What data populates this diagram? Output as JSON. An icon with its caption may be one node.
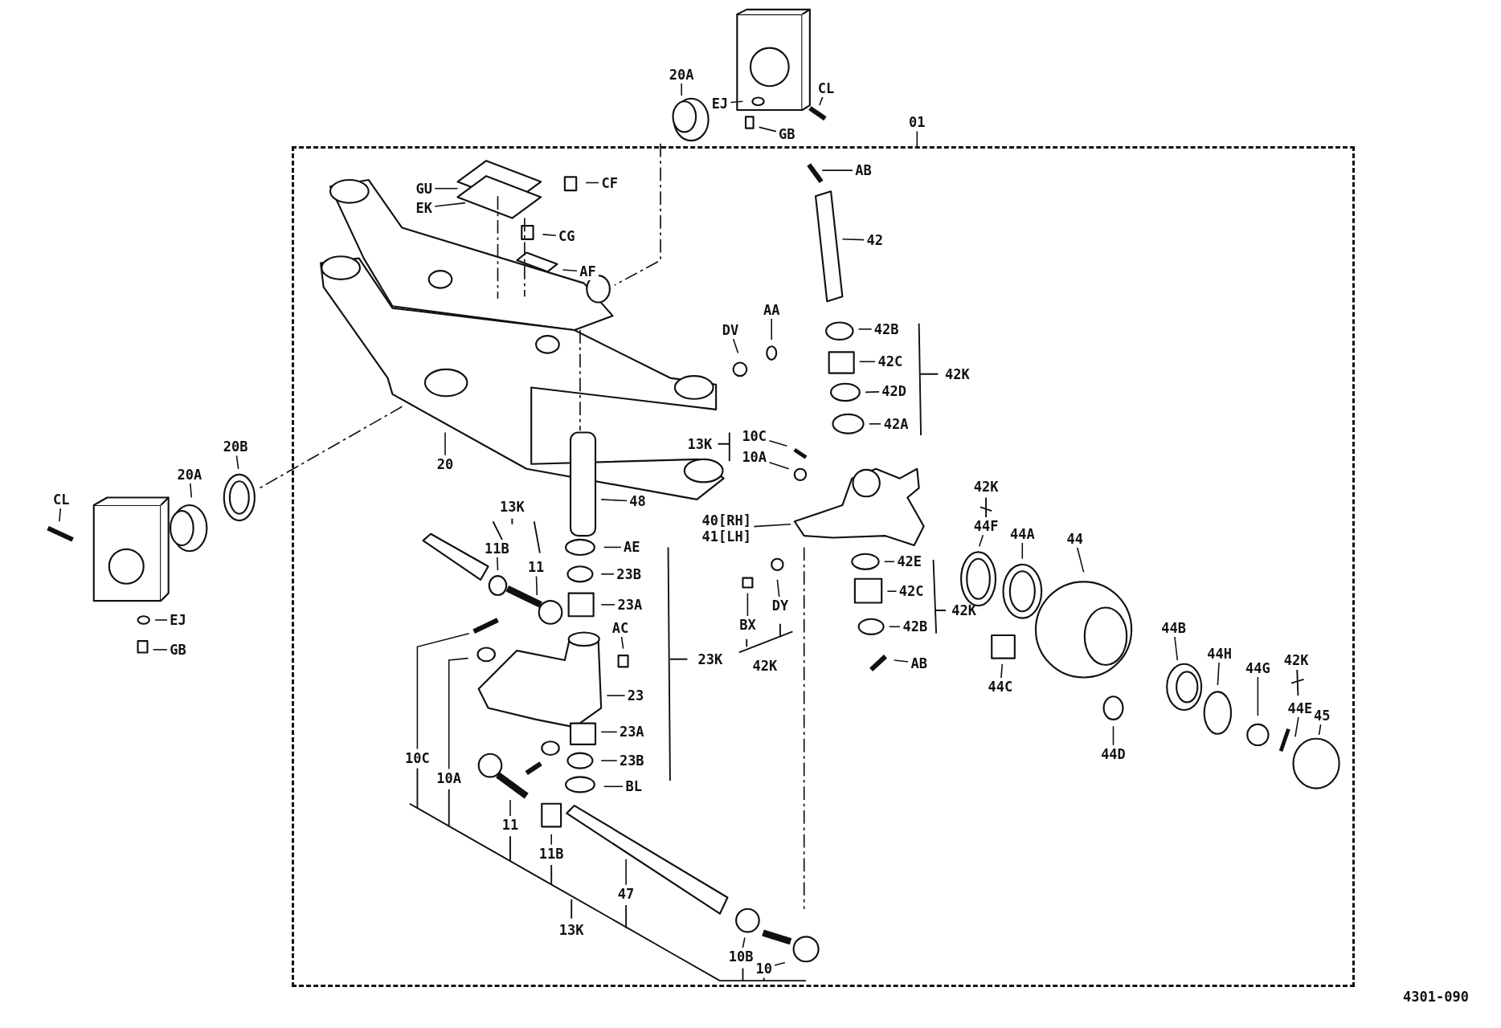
{
  "diagram": {
    "nodes": [
      {
        "text": [],
        "shape": "box"
      },
      {
        "text": [
          "20A"
        ]
      },
      {
        "text": [
          "CL"
        ]
      },
      {
        "text": [
          "EJ"
        ]
      },
      {
        "text": [
          "01"
        ]
      },
      {
        "text": [
          "GB"
        ]
      },
      {
        "text": [
          "AB"
        ],
        "in": 0
      },
      {
        "text": [
          "CF"
        ],
        "in": 0
      },
      {
        "text": [
          "GU"
        ],
        "in": 0
      },
      {
        "text": [
          "EK"
        ],
        "in": 0
      },
      {
        "text": [
          "CG"
        ],
        "in": 0
      },
      {
        "text": [
          "42"
        ],
        "in": 0
      },
      {
        "text": [
          "AF"
        ],
        "in": 0
      },
      {
        "text": [
          "AA"
        ],
        "in": 0
      },
      {
        "text": [
          "42B"
        ],
        "in": 0
      },
      {
        "text": [
          "DV"
        ],
        "in": 0
      },
      {
        "text": [
          "42C"
        ],
        "in": 0
      },
      {
        "text": [
          "42D"
        ],
        "in": 0
      },
      {
        "text": [
          "42A"
        ],
        "in": 0
      },
      {
        "text": [
          "10C"
        ],
        "in": 0
      },
      {
        "text": [
          "10A"
        ],
        "in": 0
      },
      {
        "text": [
          "20"
        ],
        "in": 0
      },
      {
        "text": [
          "48"
        ],
        "in": 0
      },
      {
        "text": [
          "40[RH]",
          "41[LH]"
        ],
        "in": 0
      },
      {
        "text": [
          "AE"
        ],
        "in": 0
      },
      {
        "text": [
          "11B"
        ],
        "in": 0
      },
      {
        "text": [
          "42E"
        ],
        "in": 0
      },
      {
        "text": [
          "11"
        ],
        "in": 0
      },
      {
        "text": [
          "23B"
        ],
        "in": 0
      },
      {
        "text": [
          "42C"
        ],
        "in": 0
      },
      {
        "text": [
          "23A"
        ],
        "in": 0
      },
      {
        "text": [
          "DY"
        ],
        "in": 0
      },
      {
        "text": [
          "BX"
        ],
        "in": 0
      },
      {
        "text": [
          "42B"
        ],
        "in": 0
      },
      {
        "text": [
          "AC"
        ],
        "in": 0
      },
      {
        "text": [
          "AB"
        ],
        "in": 0
      },
      {
        "text": [
          "23"
        ],
        "in": 0
      },
      {
        "text": [
          "23A"
        ],
        "in": 0
      },
      {
        "text": [
          "10C"
        ],
        "in": 0
      },
      {
        "text": [
          "23B"
        ],
        "in": 0
      },
      {
        "text": [
          "10A"
        ],
        "in": 0
      },
      {
        "text": [
          "BL"
        ],
        "in": 0
      },
      {
        "text": [
          "11"
        ],
        "in": 0
      },
      {
        "text": [
          "11B"
        ],
        "in": 0
      },
      {
        "text": [
          "47"
        ],
        "in": 0
      },
      {
        "text": [
          "10B"
        ],
        "in": 0
      },
      {
        "text": [
          "10"
        ],
        "in": 0
      },
      {
        "text": [
          "44F"
        ],
        "in": 0
      },
      {
        "text": [
          "44A"
        ],
        "in": 0
      },
      {
        "text": [
          "44"
        ],
        "in": 0
      },
      {
        "text": [
          "44C"
        ],
        "in": 0
      },
      {
        "text": [
          "44B"
        ],
        "in": 0
      },
      {
        "text": [
          "44H"
        ],
        "in": 0
      },
      {
        "text": [
          "44G"
        ],
        "in": 0
      },
      {
        "text": [
          "44E"
        ],
        "in": 0
      },
      {
        "text": [
          "45"
        ],
        "in": 0
      },
      {
        "text": [
          "44D"
        ],
        "in": 0
      },
      {
        "text": [
          "CL"
        ]
      },
      {
        "text": [
          "20B"
        ]
      },
      {
        "text": [
          "20A"
        ]
      },
      {
        "text": [
          "EJ"
        ]
      },
      {
        "text": [
          "GB"
        ]
      }
    ],
    "edges": [
      {
        "from": 1,
        "to": null,
        "arrow": "none"
      },
      {
        "from": 2,
        "to": null,
        "arrow": "none"
      },
      {
        "from": 3,
        "to": null,
        "arrow": "none"
      },
      {
        "from": 4,
        "to": 0,
        "arrow": "none"
      },
      {
        "from": 5,
        "to": null,
        "arrow": "none"
      },
      {
        "from": 6,
        "to": null,
        "arrow": "none"
      },
      {
        "from": 7,
        "to": null,
        "arrow": "none"
      },
      {
        "from": 8,
        "to": null,
        "arrow": "none"
      },
      {
        "from": 9,
        "to": null,
        "arrow": "none"
      },
      {
        "from": 10,
        "to": null,
        "arrow": "none"
      },
      {
        "from": 11,
        "to": null,
        "arrow": "none"
      },
      {
        "from": 12,
        "to": null,
        "arrow": "none"
      },
      {
        "from": 13,
        "to": null,
        "arrow": "none"
      },
      {
        "from": 14,
        "to": null,
        "arrow": "none"
      },
      {
        "from": 15,
        "to": null,
        "arrow": "none"
      },
      {
        "from": 16,
        "to": null,
        "arrow": "none"
      },
      {
        "from": 17,
        "to": null,
        "arrow": "none"
      },
      {
        "from": 18,
        "to": null,
        "arrow": "none"
      },
      {
        "from": 19,
        "to": null,
        "arrow": "none"
      },
      {
        "from": 20,
        "to": null,
        "arrow": "none"
      },
      {
        "from": 21,
        "to": null,
        "arrow": "none"
      },
      {
        "from": 22,
        "to": null,
        "arrow": "none"
      },
      {
        "from": 23,
        "to": null,
        "arrow": "none"
      },
      {
        "from": 24,
        "to": null,
        "arrow": "none"
      },
      {
        "from": 25,
        "to": null,
        "arrow": "none"
      },
      {
        "from": 26,
        "to": null,
        "arrow": "none"
      },
      {
        "from": 27,
        "to": null,
        "arrow": "none"
      },
      {
        "from": 28,
        "to": null,
        "arrow": "none"
      },
      {
        "from": 29,
        "to": null,
        "arrow": "none"
      },
      {
        "from": 30,
        "to": null,
        "arrow": "none"
      },
      {
        "from": 31,
        "to": null,
        "arrow": "none"
      },
      {
        "from": 32,
        "to": null,
        "arrow": "none"
      },
      {
        "from": 33,
        "to": null,
        "arrow": "none"
      },
      {
        "from": 34,
        "to": null,
        "arrow": "none"
      },
      {
        "from": 35,
        "to": null,
        "arrow": "none"
      },
      {
        "from": 36,
        "to": null,
        "arrow": "none"
      },
      {
        "from": 37,
        "to": null,
        "arrow": "none"
      },
      {
        "from": 38,
        "to": null,
        "arrow": "none"
      },
      {
        "from": 39,
        "to": null,
        "arrow": "none"
      },
      {
        "from": 40,
        "to": null,
        "arrow": "none"
      },
      {
        "from": 41,
        "to": null,
        "arrow": "none"
      },
      {
        "from": 42,
        "to": null,
        "arrow": "none"
      },
      {
        "from": 43,
        "to": null,
        "arrow": "none"
      },
      {
        "from": 44,
        "to": null,
        "arrow": "none"
      },
      {
        "from": 45,
        "to": null,
        "arrow": "none"
      },
      {
        "from": 46,
        "to": null,
        "arrow": "none"
      },
      {
        "from": 47,
        "to": null,
        "arrow": "none"
      },
      {
        "from": 48,
        "to": null,
        "arrow": "none"
      },
      {
        "from": 49,
        "to": null,
        "arrow": "none"
      },
      {
        "from": 50,
        "to": null,
        "arrow": "none"
      },
      {
        "from": 51,
        "to": null,
        "arrow": "none"
      },
      {
        "from": 52,
        "to": null,
        "arrow": "none"
      },
      {
        "from": 53,
        "to": null,
        "arrow": "none"
      },
      {
        "from": 54,
        "to": null,
        "arrow": "none"
      },
      {
        "from": 55,
        "to": null,
        "arrow": "none"
      },
      {
        "from": 56,
        "to": null,
        "arrow": "none"
      },
      {
        "from": 57,
        "to": null,
        "arrow": "none"
      },
      {
        "from": 58,
        "to": null,
        "arrow": "none"
      },
      {
        "from": 59,
        "to": null,
        "arrow": "none"
      },
      {
        "from": 60,
        "to": null,
        "arrow": "none"
      },
      {
        "from": 61,
        "to": null,
        "arrow": "none"
      }
    ],
    "labels": [
      "42K",
      "13K",
      "42K",
      "13K",
      "42K",
      "23K",
      "42K",
      "42K",
      "13K",
      "4301-090"
    ]
  }
}
